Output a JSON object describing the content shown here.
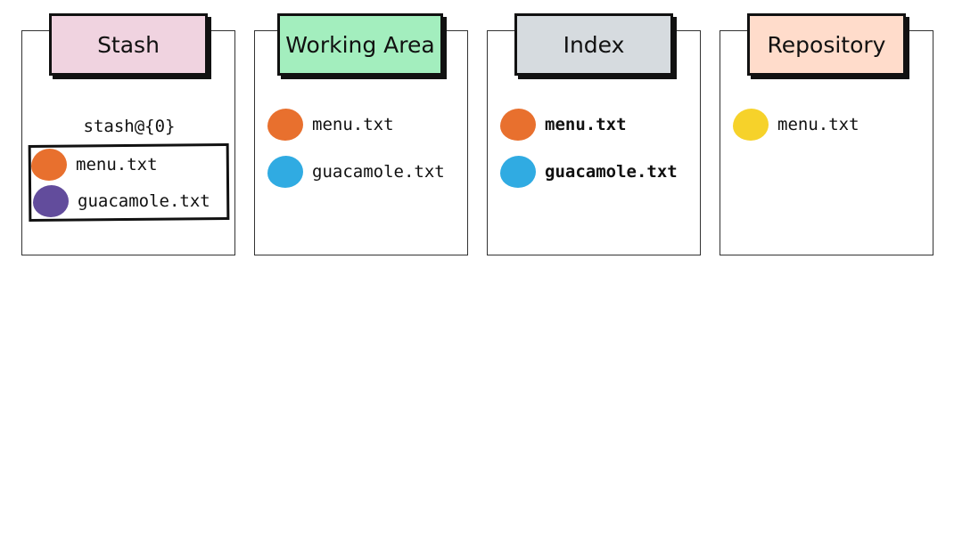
{
  "colors": {
    "stash_header": "#f0d3e0",
    "working_header": "#a3eebe",
    "index_header": "#d6dbdf",
    "repository_header": "#ffdccb",
    "orange": "#e8702e",
    "blue": "#30abe2",
    "purple": "#624c9c",
    "yellow": "#f6d22a"
  },
  "panels": {
    "stash": {
      "title": "Stash",
      "ref": "stash@{0}",
      "files": [
        {
          "name": "menu.txt",
          "color": "orange"
        },
        {
          "name": "guacamole.txt",
          "color": "purple"
        }
      ]
    },
    "working_area": {
      "title": "Working Area",
      "files": [
        {
          "name": "menu.txt",
          "color": "orange"
        },
        {
          "name": "guacamole.txt",
          "color": "blue"
        }
      ]
    },
    "index": {
      "title": "Index",
      "files": [
        {
          "name": "menu.txt",
          "color": "orange"
        },
        {
          "name": "guacamole.txt",
          "color": "blue"
        }
      ]
    },
    "repository": {
      "title": "Repository",
      "files": [
        {
          "name": "menu.txt",
          "color": "yellow"
        }
      ]
    }
  }
}
